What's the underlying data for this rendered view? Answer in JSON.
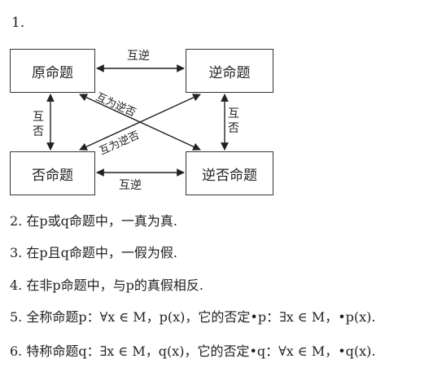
{
  "item1_number": "1.",
  "diagram": {
    "original": "原命题",
    "converse": "逆命题",
    "inverse": "否命题",
    "contrapositive": "逆否命题",
    "top_relation": "互逆",
    "bottom_relation": "互逆",
    "left_relation": [
      "互",
      "否"
    ],
    "right_relation": [
      "互",
      "否"
    ],
    "diag_relation_1": "互为逆否",
    "diag_relation_2": "互为逆否"
  },
  "lines": [
    "2. 在p或q命题中，一真为真.",
    "3. 在p且q命题中，一假为假.",
    "4. 在非p命题中，与p的真假相反.",
    "5. 全称命题p：∀x ∈ M，p(x)，它的否定•p：∃x ∈ M，•p(x).",
    "6. 特称命题q：∃x ∈ M，q(x)，它的否定•q：∀x ∈ M，•q(x)."
  ]
}
